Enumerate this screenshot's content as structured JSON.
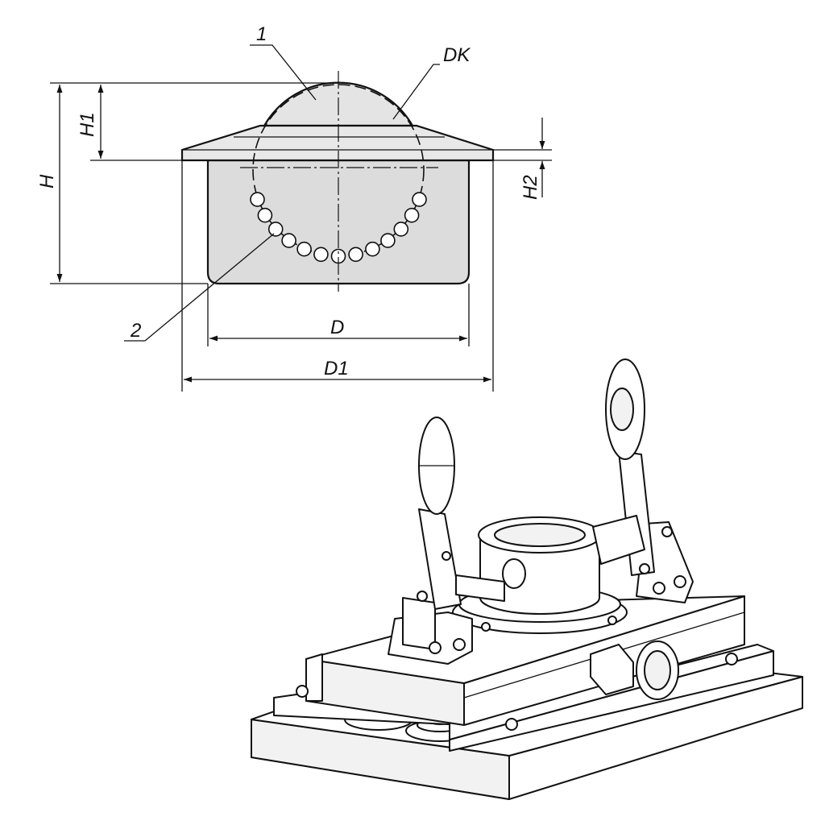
{
  "colors": {
    "line": "#111111",
    "body_fill": "#dcdcdc",
    "ball_fill": "#e4e4e4",
    "background": "#ffffff"
  },
  "callouts": {
    "ball": "1",
    "balls": "2"
  },
  "dimensions": {
    "dk": "DK",
    "h": "H",
    "h1": "H1",
    "h2": "H2",
    "d": "D",
    "d1": "D1"
  }
}
